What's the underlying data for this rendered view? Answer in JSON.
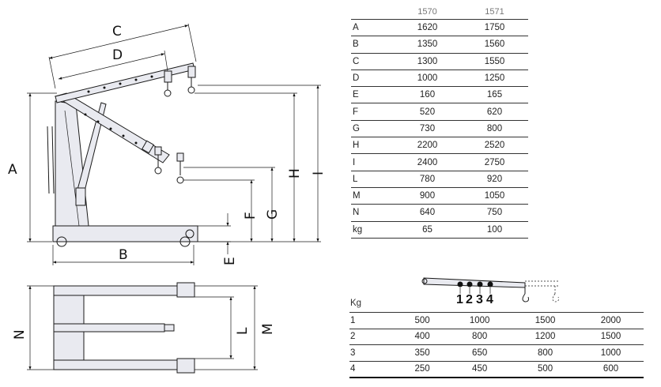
{
  "spec_table": {
    "headers": [
      "",
      "1570",
      "1571"
    ],
    "rows": [
      {
        "label": "A",
        "v1": "1620",
        "v2": "1750"
      },
      {
        "label": "B",
        "v1": "1350",
        "v2": "1560"
      },
      {
        "label": "C",
        "v1": "1300",
        "v2": "1550"
      },
      {
        "label": "D",
        "v1": "1000",
        "v2": "1250"
      },
      {
        "label": "E",
        "v1": "160",
        "v2": "165"
      },
      {
        "label": "F",
        "v1": "520",
        "v2": "620"
      },
      {
        "label": "G",
        "v1": "730",
        "v2": "800"
      },
      {
        "label": "H",
        "v1": "2200",
        "v2": "2520"
      },
      {
        "label": "I",
        "v1": "2400",
        "v2": "2750"
      },
      {
        "label": "L",
        "v1": "780",
        "v2": "920"
      },
      {
        "label": "M",
        "v1": "900",
        "v2": "1050"
      },
      {
        "label": "N",
        "v1": "640",
        "v2": "750"
      },
      {
        "label": "kg",
        "v1": "65",
        "v2": "100"
      }
    ]
  },
  "load_table": {
    "header": "Kg",
    "rows": [
      {
        "label": "1",
        "values": [
          "500",
          "1000",
          "1500",
          "2000"
        ]
      },
      {
        "label": "2",
        "values": [
          "400",
          "800",
          "1200",
          "1500"
        ]
      },
      {
        "label": "3",
        "values": [
          "350",
          "650",
          "800",
          "1000"
        ]
      },
      {
        "label": "4",
        "values": [
          "250",
          "450",
          "500",
          "600"
        ]
      }
    ]
  },
  "dimension_labels": {
    "A": "A",
    "B": "B",
    "C": "C",
    "D": "D",
    "E": "E",
    "F": "F",
    "G": "G",
    "H": "H",
    "I": "I",
    "L": "L",
    "M": "M",
    "N": "N"
  },
  "hook_positions": {
    "p1": "1",
    "p2": "2",
    "p3": "3",
    "p4": "4"
  }
}
